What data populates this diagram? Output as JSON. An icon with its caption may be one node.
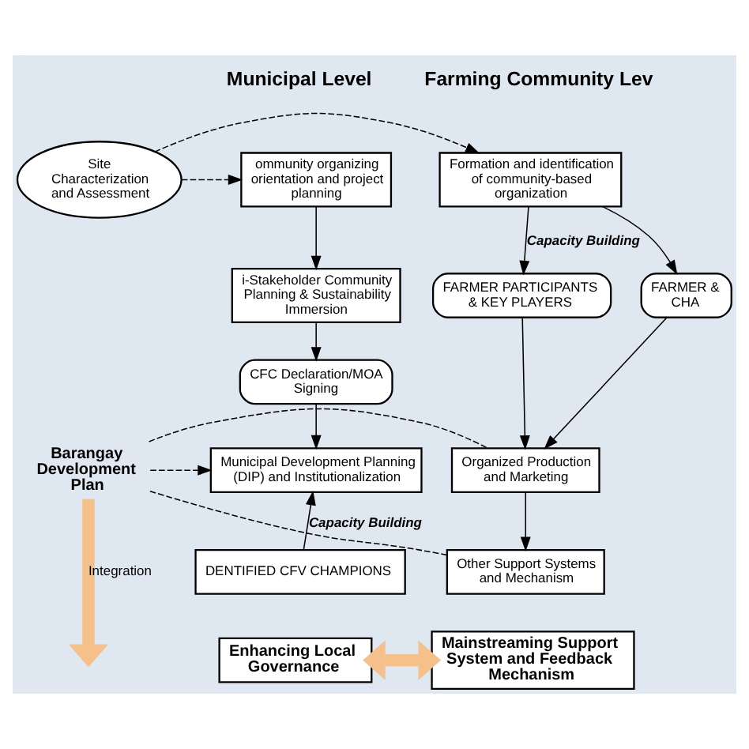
{
  "diagram": {
    "nodes": [
      {
        "text": [
          "Site Characterization and Assessment"
        ]
      },
      {
        "text": [
          "ommunity organizing orientation and project planning"
        ]
      },
      {
        "text": [
          "i-Stakeholder Community Planning & Sustainability Immersion"
        ]
      },
      {
        "text": [
          "CFC Declaration/MOA Signing"
        ]
      },
      {
        "text": [
          "Municipal Development Planning (DIP) and Institutionalization"
        ]
      },
      {
        "text": [
          "DENTIFIED CFV CHAMPIONS"
        ]
      },
      {
        "text": [
          "Formation and identification of community-based organization"
        ]
      },
      {
        "text": [
          "FARMER PARTICIPANTS & KEY PLAYERS"
        ]
      },
      {
        "text": [
          "FARMER & CHA"
        ]
      },
      {
        "text": [
          "Organized Production and Marketing"
        ]
      },
      {
        "text": [
          "Other Support Systems and Mechanism"
        ]
      },
      {
        "text": [
          "Barangay Development Plan"
        ]
      },
      {
        "text": [
          "Enhancing Local Governance"
        ]
      },
      {
        "text": [
          "Mainstreaming Support System and Feedback Mechanism"
        ]
      }
    ],
    "edges": [
      {
        "from": 0,
        "to": 1,
        "arrow": "to",
        "style": "dashed"
      },
      {
        "from": 0,
        "to": 6,
        "arrow": "to",
        "style": "dashed"
      },
      {
        "from": 1,
        "to": 2,
        "arrow": "to"
      },
      {
        "from": 2,
        "to": 3,
        "arrow": "to"
      },
      {
        "from": 3,
        "to": 4,
        "arrow": "to"
      },
      {
        "from": 5,
        "to": 4,
        "arrow": "to",
        "label": "Capacity Building"
      },
      {
        "from": 6,
        "to": 7,
        "arrow": "to",
        "label": "Capacity Building"
      },
      {
        "from": 6,
        "to": 8,
        "arrow": "to"
      },
      {
        "from": 7,
        "to": 9,
        "arrow": "to"
      },
      {
        "from": 8,
        "to": 9,
        "arrow": "to"
      },
      {
        "from": 9,
        "to": 10,
        "arrow": "to"
      },
      {
        "from": 11,
        "to": 4,
        "arrow": "to",
        "style": "dashed"
      },
      {
        "from": 11,
        "to": 9,
        "arrow": "none",
        "style": "dashed"
      },
      {
        "from": 11,
        "to": 10,
        "arrow": "none",
        "style": "dashed"
      },
      {
        "from": 11,
        "to": null,
        "arrow": "to",
        "label": "Integration",
        "style": "thick",
        "color": "#f5c08a"
      },
      {
        "from": 12,
        "to": 13,
        "arrow": "both",
        "style": "thick",
        "color": "#f5c08a"
      }
    ],
    "labels": [
      "Municipal Level",
      "Farming Community Lev"
    ]
  }
}
